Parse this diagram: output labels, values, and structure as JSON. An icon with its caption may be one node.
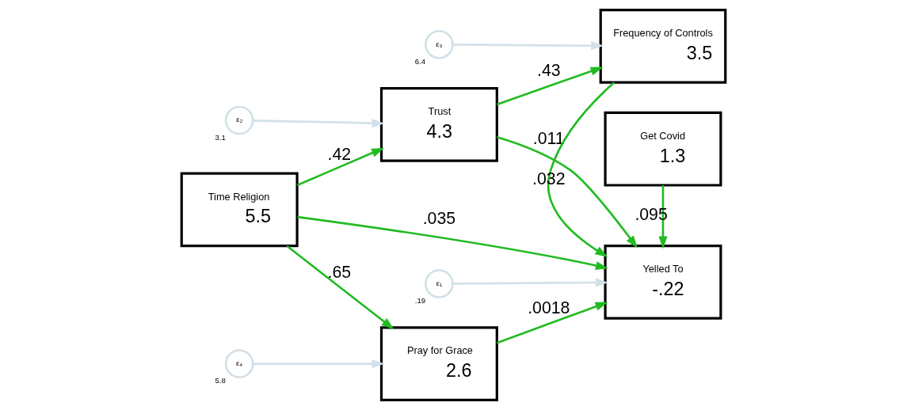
{
  "diagram": {
    "nodes": [
      {
        "text": [
          "Time Religion",
          "5.5"
        ]
      },
      {
        "text": [
          "Pray for Grace",
          "2.6"
        ]
      },
      {
        "text": [
          "Get Covid",
          "1.3"
        ]
      },
      {
        "text": [
          "Yelled To",
          "-.22"
        ]
      },
      {
        "text": [
          "Trust",
          "4.3"
        ]
      },
      {
        "text": [
          "Frequency of Controls",
          "3.5"
        ]
      },
      {
        "text": [
          "ε₄"
        ],
        "beside": [
          "5.8"
        ]
      },
      {
        "text": [
          "ε₁"
        ],
        "beside": [
          ".19"
        ]
      },
      {
        "text": [
          "ε₂"
        ],
        "beside": [
          "3.1"
        ]
      },
      {
        "text": [
          "ε₃"
        ],
        "beside": [
          "6.4"
        ]
      }
    ],
    "edges": [
      {
        "from": 0,
        "to": 1,
        "arrow": "to",
        "label": ".65"
      },
      {
        "from": 0,
        "to": 3,
        "arrow": "to",
        "label": ".035"
      },
      {
        "from": 0,
        "to": 4,
        "arrow": "to",
        "label": ".42"
      },
      {
        "from": 1,
        "to": 3,
        "arrow": "to",
        "label": ".0018"
      },
      {
        "from": 2,
        "to": 3,
        "arrow": "to",
        "label": ".095"
      },
      {
        "from": 4,
        "to": 3,
        "arrow": "to",
        "label": ".011"
      },
      {
        "from": 4,
        "to": 5,
        "arrow": "to",
        "label": ".43"
      },
      {
        "from": 5,
        "to": 3,
        "arrow": "to",
        "label": ".032"
      },
      {
        "from": 6,
        "to": 1,
        "arrow": "to",
        "color": "#d3e0e8"
      },
      {
        "from": 7,
        "to": 3,
        "arrow": "to",
        "color": "#d3e0e8"
      },
      {
        "from": 8,
        "to": 4,
        "arrow": "to",
        "color": "#d3e0e8"
      },
      {
        "from": 9,
        "to": 5,
        "arrow": "to",
        "color": "#d3e0e8"
      }
    ]
  }
}
